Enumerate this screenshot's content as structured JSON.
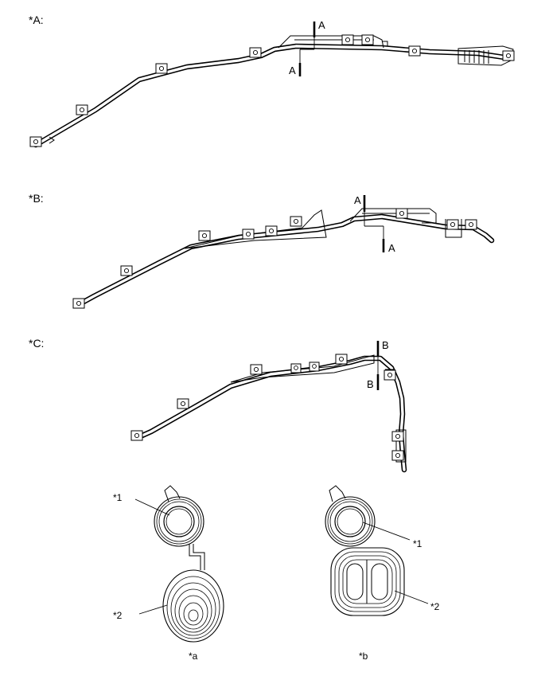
{
  "views": {
    "a": {
      "label": "*A:",
      "section_top": "A",
      "section_bottom": "A"
    },
    "b": {
      "label": "*B:",
      "section_top": "A",
      "section_bottom": "A"
    },
    "c": {
      "label": "*C:",
      "section_top": "B",
      "section_bottom": "B"
    }
  },
  "callouts": {
    "left_coil_1": "*1",
    "left_coil_2": "*2",
    "right_coil_1": "*1",
    "right_coil_2": "*2"
  },
  "captions": {
    "left": "*a",
    "right": "*b"
  }
}
